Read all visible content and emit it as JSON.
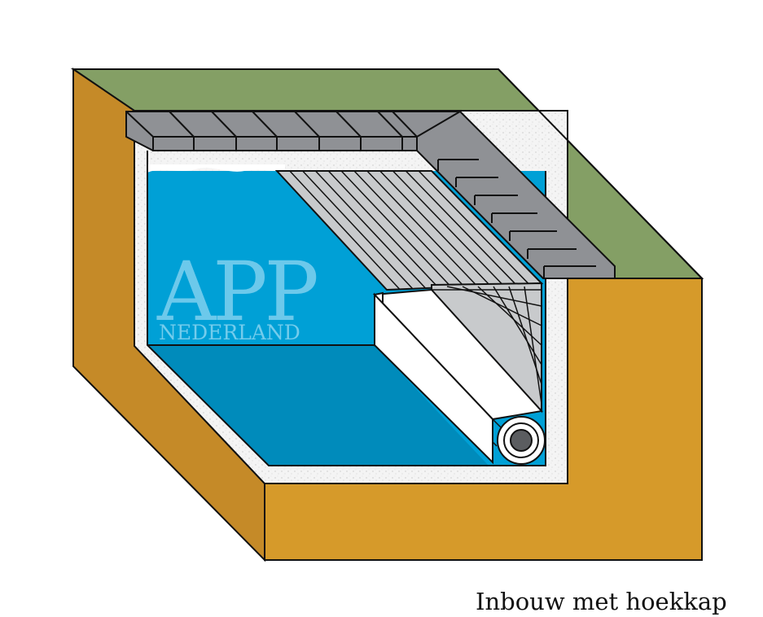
{
  "watermark": {
    "main": "APP",
    "sub": "NEDERLAND"
  },
  "caption": "Inbouw met hoekkap",
  "colors": {
    "grass": "#849f65",
    "soil": "#d69a2a",
    "soil_dark": "#c58a28",
    "concrete": "#f2f2f2",
    "paver": "#8f9195",
    "water_light": "#00a0d6",
    "water_dark": "#008bbb",
    "slats": "#c8cacc",
    "roller": "#ffffff",
    "axle": "#5b5d60",
    "outline": "#111111"
  }
}
